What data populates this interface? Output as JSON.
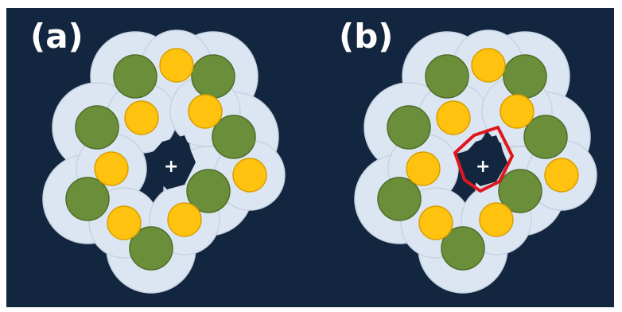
{
  "panels": [
    {
      "id": "a",
      "label": "(a)",
      "center_marker": "+",
      "highlight_outline": false
    },
    {
      "id": "b",
      "label": "(b)",
      "center_marker": "+",
      "highlight_outline": true
    }
  ],
  "colors": {
    "background": "#13263f",
    "halo_fill": "#dce6f2",
    "halo_stroke": "#c7d3e2",
    "large_atom": "#6b8e3a",
    "large_atom_stroke": "#4f6e2a",
    "small_atom": "#ffc20e",
    "small_atom_stroke": "#d99e00",
    "cavity_outline": "#e0161e",
    "marker": "#ffffff"
  },
  "legend_semantics": {
    "large_circle": "green-atom",
    "small_circle": "yellow-atom",
    "halo": "van-der-waals-sphere"
  }
}
